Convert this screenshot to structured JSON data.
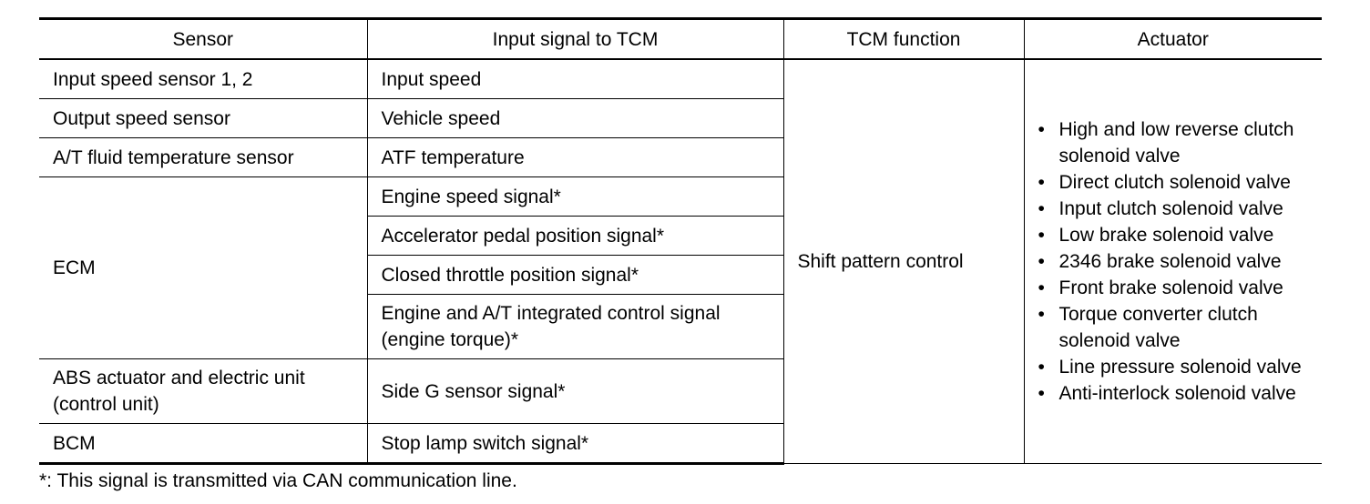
{
  "headers": {
    "sensor": "Sensor",
    "input_signal": "Input signal to TCM",
    "tcm_function": "TCM function",
    "actuator": "Actuator"
  },
  "rows": {
    "input_speed_sensor": {
      "sensor": "Input speed sensor 1, 2",
      "signal": "Input speed"
    },
    "output_speed_sensor": {
      "sensor": "Output speed sensor",
      "signal": "Vehicle speed"
    },
    "fluid_temp_sensor": {
      "sensor": "A/T fluid temperature sensor",
      "signal": "ATF temperature"
    },
    "ecm": {
      "sensor": "ECM",
      "signals": [
        "Engine speed signal*",
        "Accelerator pedal position signal*",
        "Closed throttle position signal*",
        "Engine and A/T integrated control signal (engine torque)*"
      ]
    },
    "abs": {
      "sensor": "ABS actuator and electric unit (control unit)",
      "signal": "Side G sensor signal*"
    },
    "bcm": {
      "sensor": "BCM",
      "signal": "Stop lamp switch signal*"
    }
  },
  "tcm_function": "Shift pattern control",
  "actuators": [
    "High and low reverse clutch solenoid valve",
    "Direct clutch solenoid valve",
    "Input clutch solenoid valve",
    "Low brake solenoid valve",
    "2346 brake solenoid valve",
    "Front brake solenoid valve",
    "Torque converter clutch solenoid valve",
    "Line pressure solenoid valve",
    "Anti-interlock solenoid valve"
  ],
  "bullet_char": "•",
  "footnote": "*: This signal is transmitted via CAN communication line."
}
